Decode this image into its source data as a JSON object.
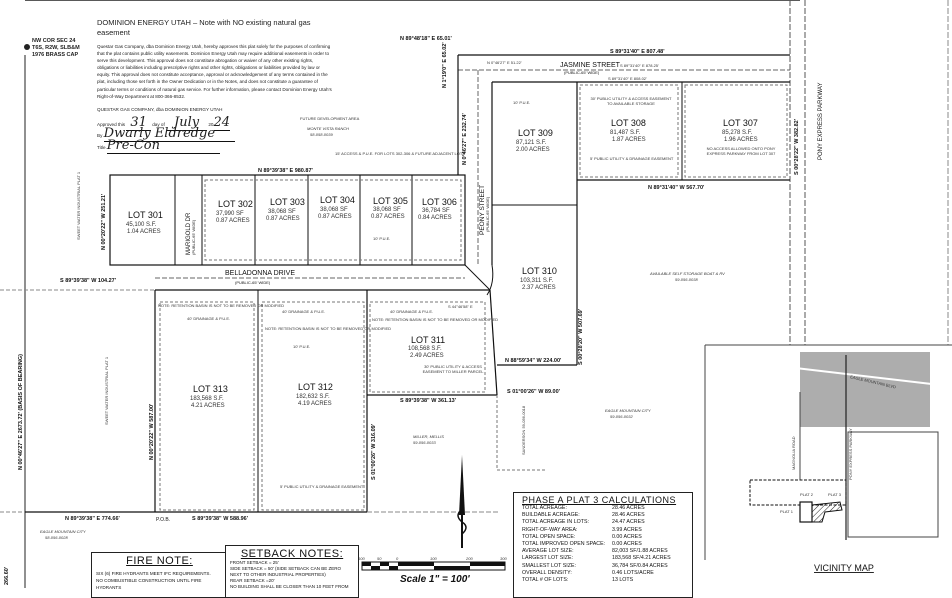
{
  "dominion": {
    "title": "DOMINION ENERGY UTAH – Note with NO existing natural gas easement",
    "body": "Questar Gas Company, dba Dominion Energy Utah, hereby approves this plat solely for the purposes of confirming that the plat contains public utility easements. Dominion Energy Utah may require additional easements in order to serve this development. This approval does not constitute abrogation or waiver of any other existing rights, obligations or liabilities including prescriptive rights and other rights, obligations or liabilities provided by law or equity. This approval does not constitute acceptance, approval or acknowledgement of any terms contained in the plat, including those set forth in the Owner Dedication or in the Notes, and does not constitute a guarantee of particular terms or conditions of natural gas service. For further information, please contact Dominion Energy Utah's Right-of-Way Department at 800-366-8532.",
    "company": "QUESTAR GAS COMPANY, dba DOMINION ENERGY UTAH",
    "approved_prefix": "Approved this",
    "day": "31",
    "day_of": "day of",
    "month": "July",
    "year_prefix": "20",
    "year": "24",
    "by_label": "By",
    "signature": "Dwarly Eldredge",
    "title_label": "Title",
    "title_value": "Pre-Con"
  },
  "corner": {
    "line1": "NW COR SEC 24",
    "line2": "T6S, R2W, SLB&M",
    "line3": "1976 BRASS CAP"
  },
  "adjacent": {
    "future_dev": "FUTURE DEVELOPMENT AREA",
    "monte_vista": "MONTE VISTA RANCH",
    "monte_vista_id": "58-058-0039",
    "storage": "AVAILABLE SELF STORAGE BOAT & RV",
    "storage_id": "59-056-0038",
    "eagle_mtn_right": "EAGLE MOUNTAIN CITY",
    "eagle_mtn_right_id": "59-056-0032",
    "eagle_mtn_left": "EAGLE MOUNTAIN CITY",
    "eagle_mtn_left_id": "58-056-0028",
    "miller": "MILLER, MELLIS",
    "miller_id": "59-056-0033",
    "sanderson": "SANDERSON 59-056-0018",
    "sweet_water": "SWEET WATER INDUSTRIAL PLAT 1"
  },
  "streets": {
    "jasmine": "JASMINE STREET",
    "jasmine_sub": "(PUBLIC-65' WIDE)",
    "belladonna": "BELLADONNA DRIVE",
    "belladonna_sub": "(PUBLIC-65' WIDE)",
    "marigold": "MARIGOLD DR",
    "marigold_sub": "(PUBLIC-65' WIDE)",
    "peony": "PEONY STREET",
    "peony_sub": "(PUBLIC-65' WIDE)",
    "pony": "PONY EXPRESS PARKWAY"
  },
  "lots": [
    {
      "name": "LOT 301",
      "area": "45,100 S.F.",
      "acres": "1.04 ACRES"
    },
    {
      "name": "LOT 302",
      "area": "37,990 SF",
      "acres": "0.87 ACRES"
    },
    {
      "name": "LOT 303",
      "area": "38,068 SF",
      "acres": "0.87 ACRES"
    },
    {
      "name": "LOT 304",
      "area": "38,068 SF",
      "acres": "0.87 ACRES"
    },
    {
      "name": "LOT 305",
      "area": "38,068 SF",
      "acres": "0.87 ACRES"
    },
    {
      "name": "LOT 306",
      "area": "36,784 SF",
      "acres": "0.84 ACRES"
    },
    {
      "name": "LOT 307",
      "area": "85,278 S.F.",
      "acres": "1.96 ACRES"
    },
    {
      "name": "LOT 308",
      "area": "81,487 S.F.",
      "acres": "1.87 ACRES"
    },
    {
      "name": "LOT 309",
      "area": "87,121 S.F.",
      "acres": "2.00 ACRES"
    },
    {
      "name": "LOT 310",
      "area": "103,311 S.F.",
      "acres": "2.37 ACRES"
    },
    {
      "name": "LOT 311",
      "area": "108,568 S.F.",
      "acres": "2.49 ACRES"
    },
    {
      "name": "LOT 312",
      "area": "182,632 S.F.",
      "acres": "4.19 ACRES"
    },
    {
      "name": "LOT 313",
      "area": "183,568 S.F.",
      "acres": "4.21 ACRES"
    }
  ],
  "bearings": {
    "n48": "N 89°48'18\" E 65.01'",
    "jasmine_top": "S 89°31'40\" E 807.48'",
    "jasmine_mid": "S 89°31'40\" E 878.25'",
    "jasmine_low": "S 89°31'40\" E 808.02'",
    "n0_46": "N 0°46'27\" E 51.22'",
    "row_top": "N 89°39'38\" E 980.87'",
    "lot307_s": "N 89°31'40\" W 567.70'",
    "pony_e": "S 00°28'22\" W 382.82'",
    "lot310_e": "S 00°28'20\" W 507.69'",
    "n88": "N 88°59'34\" W 224.00'",
    "s01": "S 01°00'26\" W 89.00'",
    "s89_311": "S 89°39'38\" W 361.13'",
    "s0_311": "S 01°00'26\" W 316.09'",
    "s89_104": "S 89°39'38\" W 104.27'",
    "n0_left": "N 00°20'22\" W 587.00'",
    "n0_301": "N 00°20'22\" W 251.21'",
    "basis": "N 00°46'27\" E 2673.72' (BASIS OF BEARING)",
    "bottom_left": "N 89°39'38\" E 774.66'",
    "bottom_mid": "S 89°39'38\" W 588.96'",
    "n119": "N 1°19'0\" E 65.02'",
    "n0_232": "N 0°46'27\" E 232.74'",
    "pob": "P.O.B.",
    "s44": "S 44°46'58\" E"
  },
  "easements": {
    "access15": "15' ACCESS & P.U.E. FOR LOTS 302-306 & FUTURE ADJACENT LOTS",
    "pue10": "10' P.U.E.",
    "pue30_storage": "30' PUBLIC UTILITY & ACCESS EASEMENT TO AVAILABLE STORAGE",
    "pue5_308": "5' PUBLIC UTILITY & DRAINAGE EASEMENT",
    "no_access": "NO ACCESS ALLOWED ONTO PONY EXPRESS PARKWAY FROM LOT 307",
    "retention": "NOTE: RETENTION BASIN IS NOT TO BE REMOVED OR MODIFIED",
    "drainage40": "40' DRAINAGE & P.U.E.",
    "pue30_miller": "30' PUBLIC UTILITY & ACCESS EASEMENT TO MILLER PARCEL",
    "pue5_312": "5' PUBLIC UTILITY & DRAINAGE EASEMENT"
  },
  "calculations": {
    "title": "PHASE A PLAT 3 CALCULATIONS",
    "rows": [
      [
        "TOTAL ACREAGE:",
        "28.46 ACRES"
      ],
      [
        "BUILDABLE ACREAGE:",
        "28.46 ACRES"
      ],
      [
        "TOTAL ACREAGE IN LOTS:",
        "24.47 ACRES"
      ],
      [
        "RIGHT-OF-WAY AREA:",
        "3.99 ACRES"
      ],
      [
        "TOTAL OPEN SPACE:",
        "0.00 ACRES"
      ],
      [
        "TOTAL IMPROVED OPEN SPACE:",
        "0.00 ACRES"
      ],
      [
        "AVERAGE LOT SIZE:",
        "82,003 SF/1.88 ACRES"
      ],
      [
        "LARGEST LOT SIZE:",
        "183,568 SF/4.21 ACRES"
      ],
      [
        "SMALLEST LOT SIZE:",
        "36,784 SF/0.84 ACRES"
      ],
      [
        "OVERALL DENSITY:",
        "0.46 LOTS/ACRE"
      ],
      [
        "TOTAL # OF LOTS:",
        "13 LOTS"
      ]
    ]
  },
  "fire_note": {
    "title": "FIRE NOTE:",
    "line1": "SIX (6) FIRE HYDRANTS MEET IFC REQUIREMENTS.",
    "line2": "NO COMBUSTIBLE CONSTRUCTION UNTIL FIRE HYDRANTS"
  },
  "setback_notes": {
    "title": "SETBACK NOTES:",
    "line1": "FRONT SETBACK = 25'",
    "line2": "SIDE SETBACK = 50' (SIDE SETBACK CAN BE ZERO",
    "line3": "NEXT TO OTHER INDUSTRIAL PROPERTIES)",
    "line4": "REAR SETBACK =20'",
    "line5": "NO BUILDING SHALL BE CLOSER THAN 10 FEET FROM"
  },
  "scale": {
    "ticks": [
      "100",
      "50",
      "0",
      "100",
      "200",
      "300"
    ],
    "label": "Scale 1\" = 100'"
  },
  "vicinity": {
    "title": "VICINITY MAP",
    "eagle_blvd": "EAGLE MOUNTAIN BLVD",
    "pony": "PONY EXPRESS PARKWAY",
    "magnolia": "MAGNOLIA ROAD",
    "plat1": "PLAT 1",
    "plat2": "PLAT 2",
    "plat3": "PLAT 3"
  },
  "left_edge_value": "266.60'"
}
